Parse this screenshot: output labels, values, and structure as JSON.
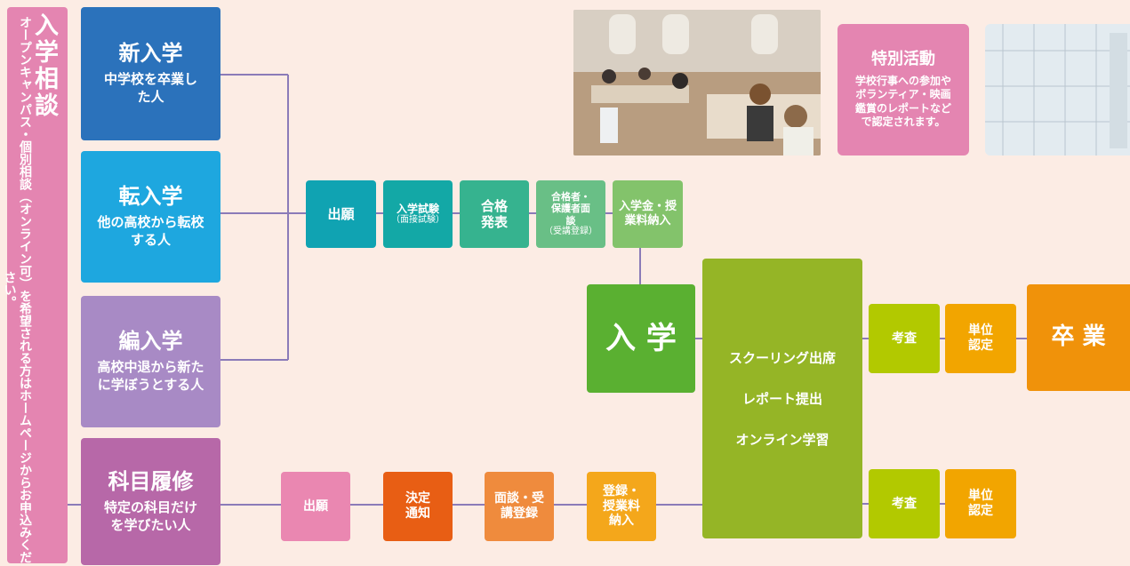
{
  "consult": {
    "title": "入学相談",
    "note": "オープンキャンパス・個別相談（オンライン可）を希望される方はホームページからお申込みください。"
  },
  "entries": [
    {
      "title": "新入学",
      "desc": "中学校を卒業した人"
    },
    {
      "title": "転入学",
      "desc": "他の高校から転校する人"
    },
    {
      "title": "編入学",
      "desc": "高校中退から新たに学ぼうとする人"
    },
    {
      "title": "科目履修",
      "desc": "特定の科目だけを学びたい人"
    }
  ],
  "upper_flow": {
    "apply": "出願",
    "exam_main": "入学試験",
    "exam_sub": "（面接試験）",
    "result": "合格発表",
    "interview_main": "合格者・保護者面談",
    "interview_sub": "（受講登録）",
    "fee": "入学金・授業料納入"
  },
  "admission": "入 学",
  "study": {
    "items": [
      "スクーリング出席",
      "レポート提出",
      "オンライン学習"
    ]
  },
  "exam_label": "考査",
  "credit_label": "単位認定",
  "graduation": "卒 業",
  "lower_flow": {
    "apply": "出願",
    "decision": "決定通知",
    "interview": "面談・受講登録",
    "fee": "登録・授業料納入"
  },
  "special": {
    "title": "特別活動",
    "desc": "学校行事への参加やボランティア・映画鑑賞のレポートなどで認定されます。"
  },
  "colors": {
    "background": "#fcece4",
    "line": "#8b7bb8",
    "consult": "#e485b1",
    "new": "#2b72bb",
    "transfer": "#1ea7df",
    "reenter": "#a88ac5",
    "subject": "#b768a8",
    "apply_teal": "#10a3b2",
    "result_green": "#36b38f",
    "interview_green": "#69bf86",
    "fee_green": "#83c36b",
    "admission": "#5ab031",
    "study": "#95b526",
    "exam": "#b2c900",
    "credit": "#f2a500",
    "graduation": "#f0920a",
    "lower_apply_pink": "#ea87b1",
    "decision_orange": "#e85e14",
    "interview_orange": "#ef8b3d",
    "fee_orange": "#f4a71b"
  }
}
